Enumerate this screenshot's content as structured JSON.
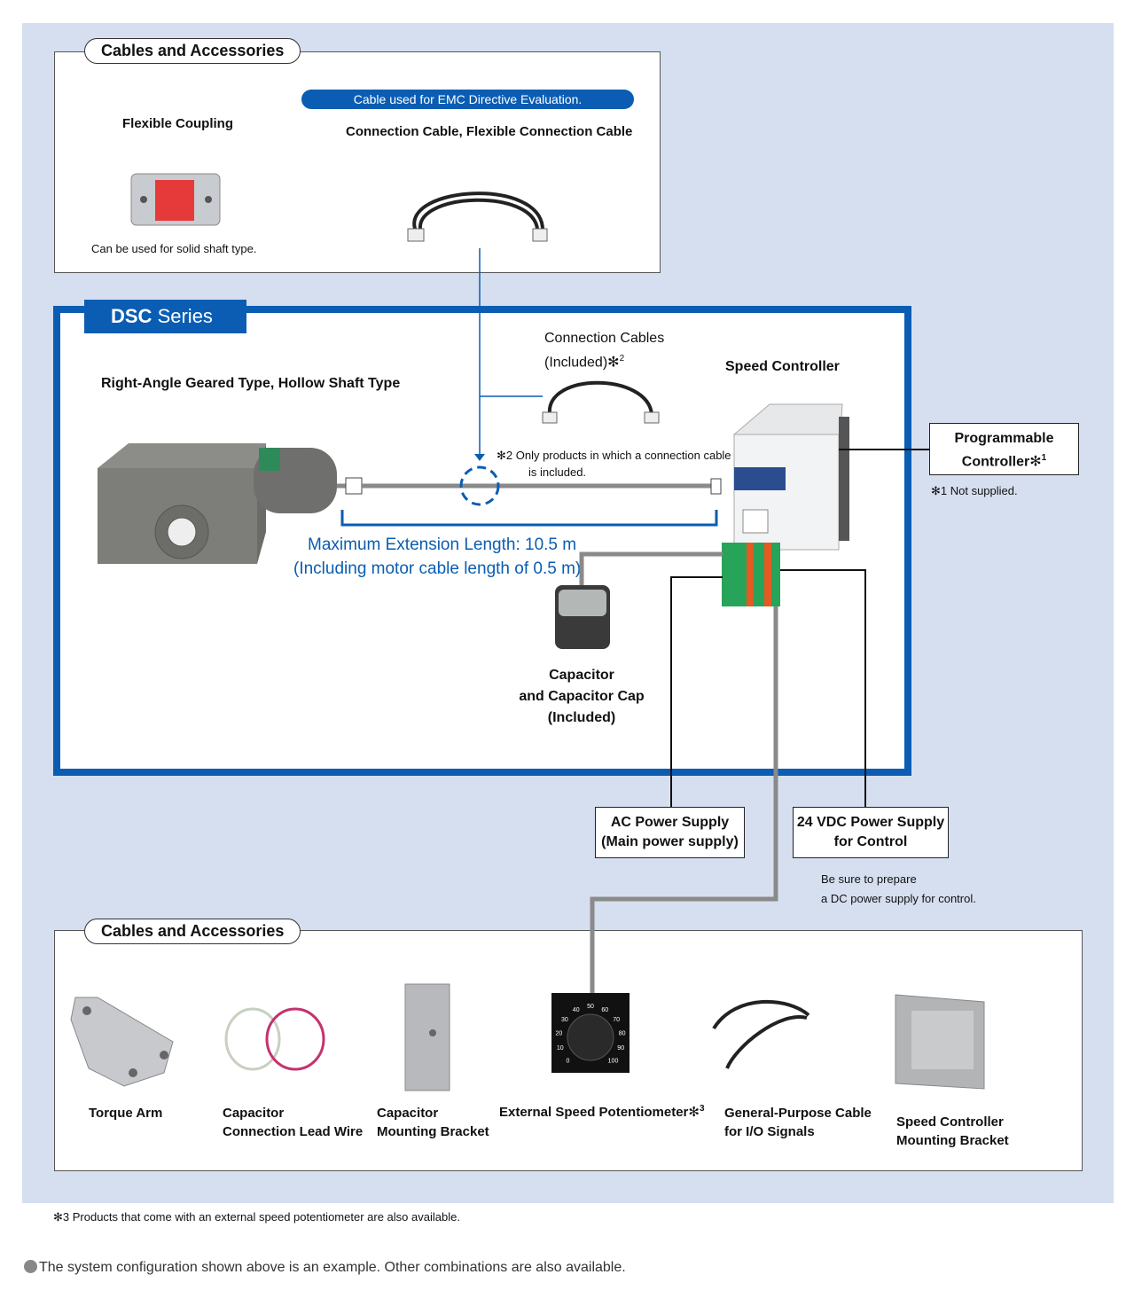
{
  "top_panel": {
    "title": "Cables and Accessories",
    "flexible_coupling": "Flexible Coupling",
    "coupling_note": "Can be used for solid shaft type.",
    "emc_badge": "Cable used for EMC Directive Evaluation.",
    "connection_cable": "Connection Cable, Flexible Connection Cable"
  },
  "dsc": {
    "series_bold": "DSC",
    "series_rest": " Series",
    "motor_label": "Right-Angle Geared Type, Hollow Shaft Type",
    "connection_cables_line1": "Connection Cables",
    "connection_cables_line2": "(Included)✻",
    "connection_cables_sup": "2",
    "note2_line1": "✻2 Only products in which a connection cable",
    "note2_line2": "is included.",
    "speed_controller": "Speed Controller",
    "max_ext_line1": "Maximum Extension Length: 10.5 m",
    "max_ext_line2": "(Including motor cable length of 0.5 m)",
    "capacitor_line1": "Capacitor",
    "capacitor_line2": "and Capacitor Cap",
    "capacitor_line3": "(Included)"
  },
  "plc": {
    "line1": "Programmable",
    "line2": "Controller✻",
    "sup": "1",
    "note": "✻1 Not supplied."
  },
  "ac_power": {
    "line1": "AC Power Supply",
    "line2": "(Main power supply)"
  },
  "dc_power": {
    "line1": "24 VDC Power Supply",
    "line2": "for Control",
    "note1": "Be sure to prepare",
    "note2": "a DC power supply for control."
  },
  "bottom_panel": {
    "title": "Cables and Accessories",
    "items": [
      {
        "line1": "Torque Arm",
        "line2": ""
      },
      {
        "line1": "Capacitor",
        "line2": "Connection Lead Wire"
      },
      {
        "line1": "Capacitor",
        "line2": "Mounting Bracket"
      },
      {
        "line1": "External Speed Potentiometer✻",
        "sup": "3"
      },
      {
        "line1": "General-Purpose Cable",
        "line2": "for I/O Signals"
      },
      {
        "line1": "Speed Controller",
        "line2": "Mounting Bracket"
      }
    ],
    "dial_ticks": [
      "0",
      "10",
      "20",
      "30",
      "40",
      "50",
      "60",
      "70",
      "80",
      "90",
      "100"
    ]
  },
  "footnotes": {
    "note3": "✻3 Products that come with an external speed potentiometer are also available.",
    "system": "The system configuration shown above is an example. Other combinations are also available."
  },
  "colors": {
    "background": "#d6dff0",
    "brand_blue": "#0a5db3",
    "cable_gray": "#8a8a8a"
  }
}
